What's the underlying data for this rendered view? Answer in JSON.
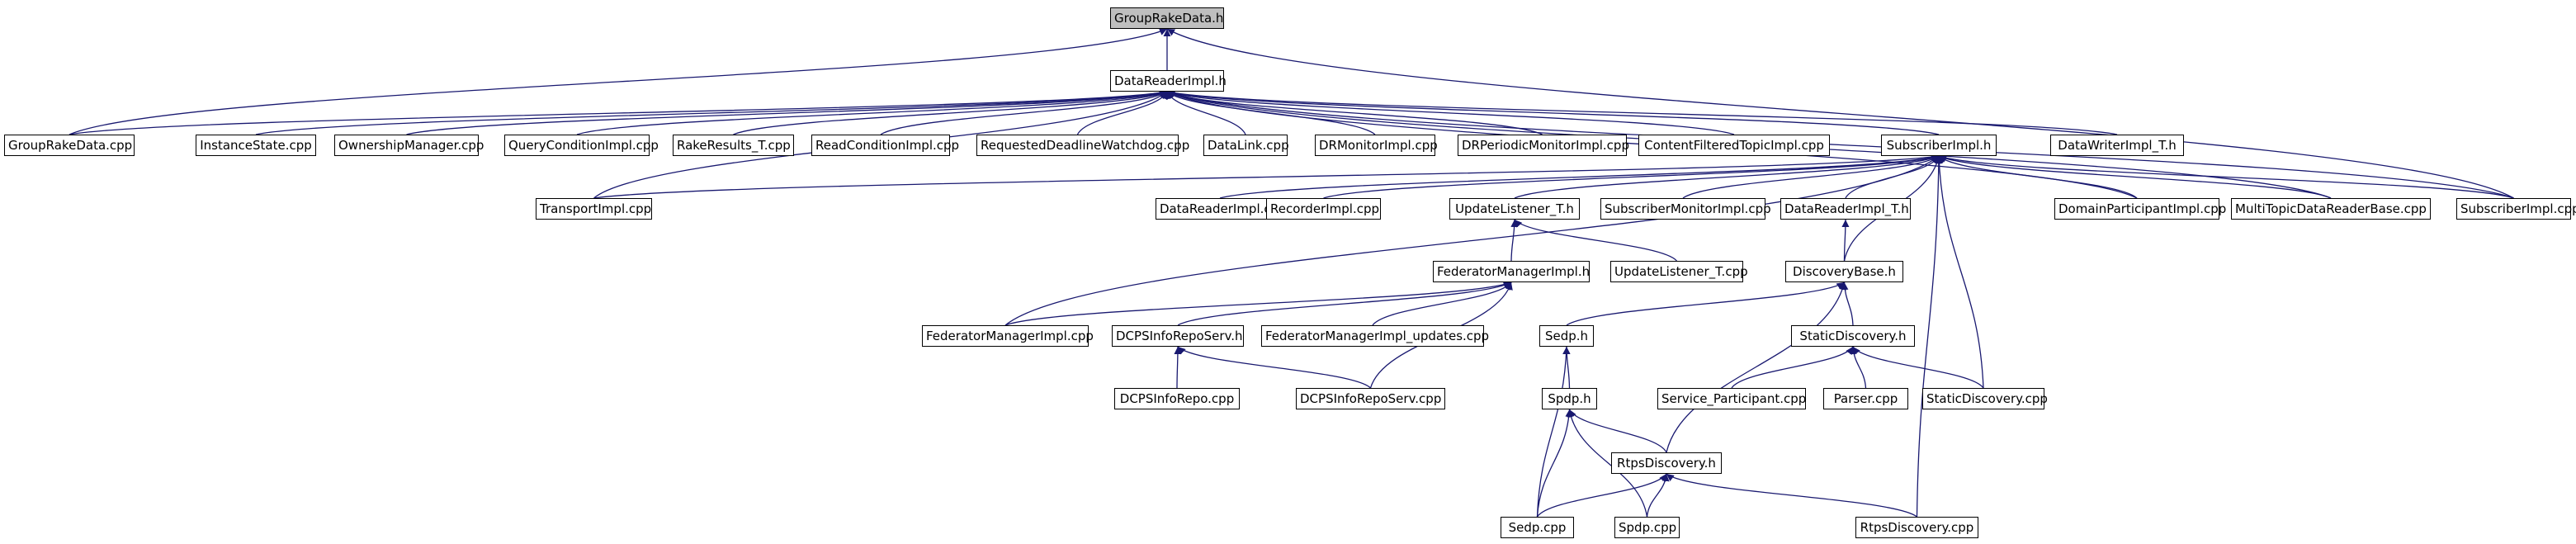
{
  "graph": {
    "root_fill": "#bfbfbf",
    "edge_color": "#191970",
    "nodes": [
      {
        "id": "root",
        "label": "GroupRakeData.h"
      },
      {
        "id": "drih",
        "label": "DataReaderImpl.h"
      },
      {
        "id": "grdc",
        "label": "GroupRakeData.cpp"
      },
      {
        "id": "inst",
        "label": "InstanceState.cpp"
      },
      {
        "id": "own",
        "label": "OwnershipManager.cpp"
      },
      {
        "id": "qci",
        "label": "QueryConditionImpl.cpp"
      },
      {
        "id": "rrt",
        "label": "RakeResults_T.cpp"
      },
      {
        "id": "rci",
        "label": "ReadConditionImpl.cpp"
      },
      {
        "id": "rdw",
        "label": "RequestedDeadlineWatchdog.cpp"
      },
      {
        "id": "dl",
        "label": "DataLink.cpp"
      },
      {
        "id": "drm",
        "label": "DRMonitorImpl.cpp"
      },
      {
        "id": "drp",
        "label": "DRPeriodicMonitorImpl.cpp"
      },
      {
        "id": "cft",
        "label": "ContentFilteredTopicImpl.cpp"
      },
      {
        "id": "sih",
        "label": "SubscriberImpl.h"
      },
      {
        "id": "dwit",
        "label": "DataWriterImpl_T.h"
      },
      {
        "id": "tic",
        "label": "TransportImpl.cpp"
      },
      {
        "id": "dric",
        "label": "DataReaderImpl.cpp"
      },
      {
        "id": "rec",
        "label": "RecorderImpl.cpp"
      },
      {
        "id": "ult",
        "label": "UpdateListener_T.h"
      },
      {
        "id": "smi",
        "label": "SubscriberMonitorImpl.cpp"
      },
      {
        "id": "drit",
        "label": "DataReaderImpl_T.h"
      },
      {
        "id": "dpi",
        "label": "DomainParticipantImpl.cpp"
      },
      {
        "id": "mtd",
        "label": "MultiTopicDataReaderBase.cpp"
      },
      {
        "id": "sic",
        "label": "SubscriberImpl.cpp"
      },
      {
        "id": "fmh",
        "label": "FederatorManagerImpl.h"
      },
      {
        "id": "ultc",
        "label": "UpdateListener_T.cpp"
      },
      {
        "id": "dbh",
        "label": "DiscoveryBase.h"
      },
      {
        "id": "fmc",
        "label": "FederatorManagerImpl.cpp"
      },
      {
        "id": "dcsh",
        "label": "DCPSInfoRepoServ.h"
      },
      {
        "id": "fmu",
        "label": "FederatorManagerImpl_updates.cpp"
      },
      {
        "id": "sedh",
        "label": "Sedp.h"
      },
      {
        "id": "sdh",
        "label": "StaticDiscovery.h"
      },
      {
        "id": "dcr",
        "label": "DCPSInfoRepo.cpp"
      },
      {
        "id": "dcsc",
        "label": "DCPSInfoRepoServ.cpp"
      },
      {
        "id": "spdh",
        "label": "Spdp.h"
      },
      {
        "id": "svc",
        "label": "Service_Participant.cpp"
      },
      {
        "id": "par",
        "label": "Parser.cpp"
      },
      {
        "id": "sdc",
        "label": "StaticDiscovery.cpp"
      },
      {
        "id": "rdh",
        "label": "RtpsDiscovery.h"
      },
      {
        "id": "sedc",
        "label": "Sedp.cpp"
      },
      {
        "id": "spdc",
        "label": "Spdp.cpp"
      },
      {
        "id": "rdc",
        "label": "RtpsDiscovery.cpp"
      }
    ],
    "edges": [
      [
        "root",
        "drih"
      ],
      [
        "root",
        "grdc"
      ],
      [
        "root",
        "sic"
      ],
      [
        "drih",
        "grdc"
      ],
      [
        "drih",
        "inst"
      ],
      [
        "drih",
        "own"
      ],
      [
        "drih",
        "qci"
      ],
      [
        "drih",
        "rrt"
      ],
      [
        "drih",
        "rci"
      ],
      [
        "drih",
        "rdw"
      ],
      [
        "drih",
        "dl"
      ],
      [
        "drih",
        "drm"
      ],
      [
        "drih",
        "drp"
      ],
      [
        "drih",
        "cft"
      ],
      [
        "drih",
        "sih"
      ],
      [
        "drih",
        "dwit"
      ],
      [
        "drih",
        "tic"
      ],
      [
        "drih",
        "sic"
      ],
      [
        "drih",
        "dpi"
      ],
      [
        "drih",
        "mtd"
      ],
      [
        "sih",
        "tic"
      ],
      [
        "sih",
        "dric"
      ],
      [
        "sih",
        "rec"
      ],
      [
        "sih",
        "ult"
      ],
      [
        "sih",
        "smi"
      ],
      [
        "sih",
        "drit"
      ],
      [
        "sih",
        "dpi"
      ],
      [
        "sih",
        "mtd"
      ],
      [
        "sih",
        "sic"
      ],
      [
        "sih",
        "fmc"
      ],
      [
        "sih",
        "dbh"
      ],
      [
        "sih",
        "sdc"
      ],
      [
        "sih",
        "rdc"
      ],
      [
        "ult",
        "fmh"
      ],
      [
        "ult",
        "ultc"
      ],
      [
        "drit",
        "dbh"
      ],
      [
        "fmh",
        "fmc"
      ],
      [
        "fmh",
        "dcsh"
      ],
      [
        "fmh",
        "fmu"
      ],
      [
        "fmh",
        "dcsc"
      ],
      [
        "dbh",
        "sedh"
      ],
      [
        "dbh",
        "sdh"
      ],
      [
        "dbh",
        "rdh"
      ],
      [
        "dcsh",
        "dcr"
      ],
      [
        "dcsh",
        "dcsc"
      ],
      [
        "sedh",
        "spdh"
      ],
      [
        "sedh",
        "sedc"
      ],
      [
        "sdh",
        "svc"
      ],
      [
        "sdh",
        "par"
      ],
      [
        "sdh",
        "sdc"
      ],
      [
        "spdh",
        "rdh"
      ],
      [
        "spdh",
        "sedc"
      ],
      [
        "spdh",
        "spdc"
      ],
      [
        "rdh",
        "sedc"
      ],
      [
        "rdh",
        "spdc"
      ],
      [
        "rdh",
        "rdc"
      ]
    ]
  }
}
